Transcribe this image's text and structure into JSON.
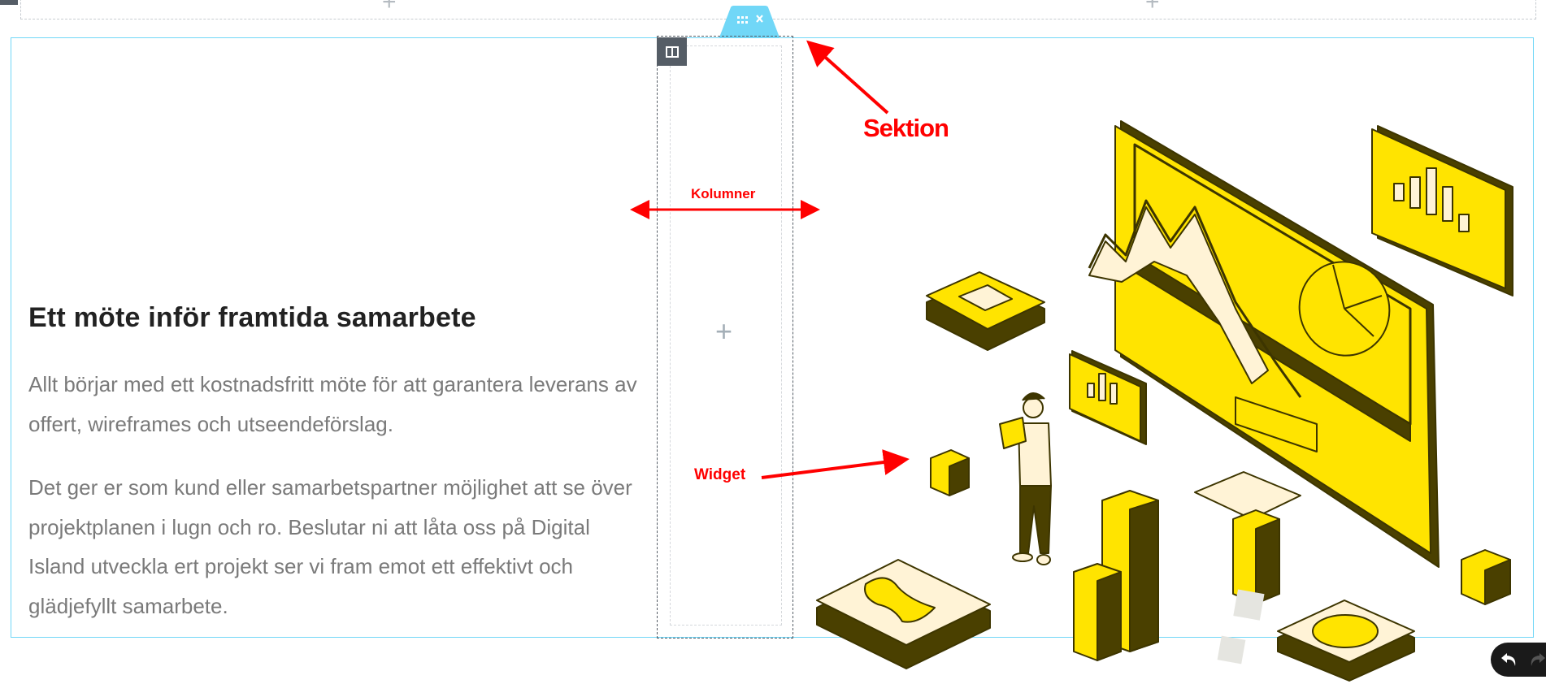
{
  "editor": {
    "section_handle": {
      "drag_icon": "drag-handle-icon",
      "close_icon": "close-icon"
    },
    "column_handle_icon": "column-icon",
    "add_icon": "plus-icon",
    "undo_icon": "undo-icon",
    "redo_icon": "redo-icon",
    "accent_color": "#71d7f7"
  },
  "content": {
    "heading": "Ett möte inför framtida samarbete",
    "paragraph_1": "Allt börjar med ett kostnadsfritt möte för att garantera leverans av offert, wireframes och utseendeförslag.",
    "paragraph_2": "Det ger er som kund eller samarbetspartner möjlighet att se över projektplanen i lugn och ro. Beslutar ni att låta oss på Digital Island utveckla ert projekt ser vi fram emot ett effektivt och glädjefyllt samarbete."
  },
  "annotations": {
    "section": "Sektion",
    "columns": "Kolumner",
    "widget": "Widget",
    "color": "#ff0000"
  }
}
